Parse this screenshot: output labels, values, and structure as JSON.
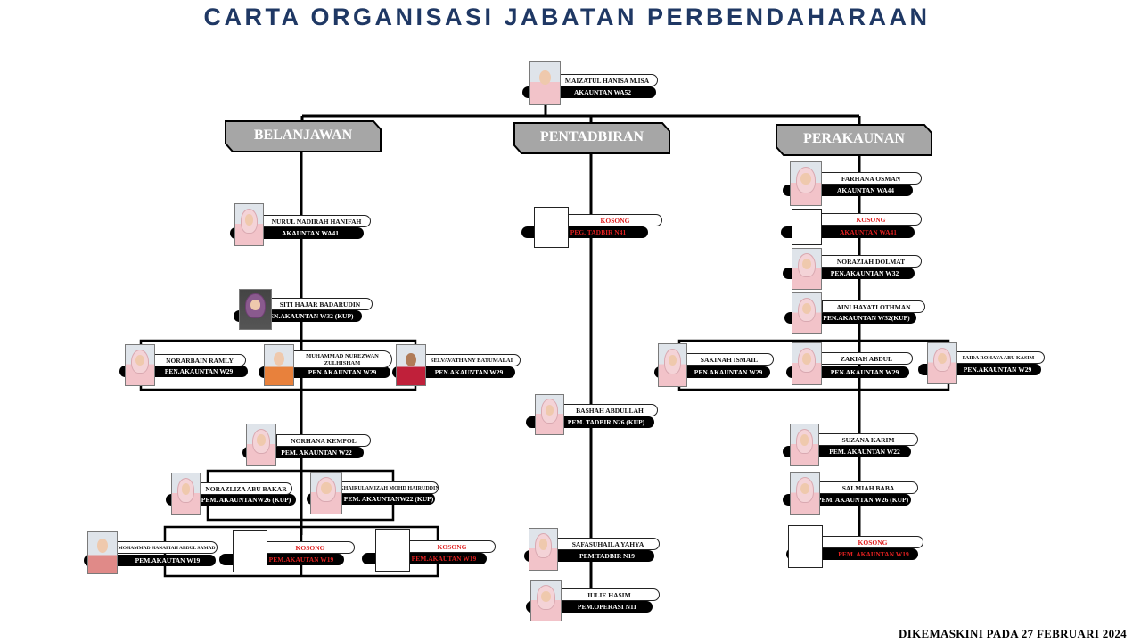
{
  "title": "CARTA ORGANISASI JABATAN PERBENDAHARAAN",
  "footer": "DIKEMASKINI PADA 27 FEBRUARI 2024",
  "colors": {
    "title": "#1f3864",
    "dept_fill": "#a6a6a6",
    "vacant_text": "#e02020"
  },
  "head": {
    "name": "MAIZATUL HANISA M.ISA",
    "position": "AKAUNTAN WA52"
  },
  "departments": {
    "belanjawan": {
      "label": "BELANJAWAN",
      "people": [
        {
          "name": "NURUL NADIRAH HANIFAH",
          "position": "AKAUNTAN WA41"
        },
        {
          "name": "SITI HAJAR BADARUDIN",
          "position": "PEN.AKAUNTAN W32 (KUP)"
        },
        {
          "name": "NORARBAIN RAMLY",
          "position": "PEN.AKAUNTAN W29"
        },
        {
          "name": "MUHAMMAD NUREZWAN ZULHISHAM",
          "position": "PEN.AKAUNTAN W29"
        },
        {
          "name": "SELVAVATHANY BATUMALAI",
          "position": "PEN.AKAUNTAN W29"
        },
        {
          "name": "NORHANA KEMPOL",
          "position": "PEM. AKAUNTAN W22"
        },
        {
          "name": "NORAZLIZA ABU BAKAR",
          "position": "PEM. AKAUNTANW26 (KUP)"
        },
        {
          "name": "KHAIRULAMIZAH MOHD HAIRUDDIN",
          "position": "PEM. AKAUNTANW22 (KUP)"
        },
        {
          "name": "MOHAMMAD HANAFIAH ABDUL SAMAD",
          "position": "PEM.AKAUTAN W19"
        },
        {
          "name": "KOSONG",
          "position": "PEM.AKAUTAN W19",
          "vacant": true
        },
        {
          "name": "KOSONG",
          "position": "PEM.AKAUTAN W19",
          "vacant": true
        }
      ]
    },
    "pentadbiran": {
      "label": "PENTADBIRAN",
      "people": [
        {
          "name": "KOSONG",
          "position": "PEG. TADBIR N41",
          "vacant": true
        },
        {
          "name": "BASHAH ABDULLAH",
          "position": "PEM. TADBIR N26 (KUP)"
        },
        {
          "name": "SAFASUHAILA YAHYA",
          "position": "PEM.TADBIR N19"
        },
        {
          "name": "JULIE HASIM",
          "position": "PEM.OPERASI N11"
        }
      ]
    },
    "perakaunan": {
      "label": "PERAKAUNAN",
      "people": [
        {
          "name": "FARHANA OSMAN",
          "position": "AKAUNTAN WA44"
        },
        {
          "name": "KOSONG",
          "position": "AKAUNTAN WA41",
          "vacant": true
        },
        {
          "name": "NORAZIAH DOLMAT",
          "position": "PEN.AKAUNTAN W32"
        },
        {
          "name": "AINI HAYATI OTHMAN",
          "position": "PEN.AKAUNTAN W32(KUP)"
        },
        {
          "name": "SAKINAH ISMAIL",
          "position": "PEN.AKAUNTAN W29"
        },
        {
          "name": "ZAKIAH ABDUL",
          "position": "PEN.AKAUNTAN W29"
        },
        {
          "name": "FAIDA ROHAYA ABU KASIM",
          "position": "PEN.AKAUNTAN W29"
        },
        {
          "name": "SUZANA KARIM",
          "position": "PEM. AKAUNTAN W22"
        },
        {
          "name": "SALMIAH BABA",
          "position": "PEM. AKAUNTAN W26 (KUP)"
        },
        {
          "name": "KOSONG",
          "position": "PEM. AKAUNTAN W19",
          "vacant": true
        }
      ]
    }
  }
}
